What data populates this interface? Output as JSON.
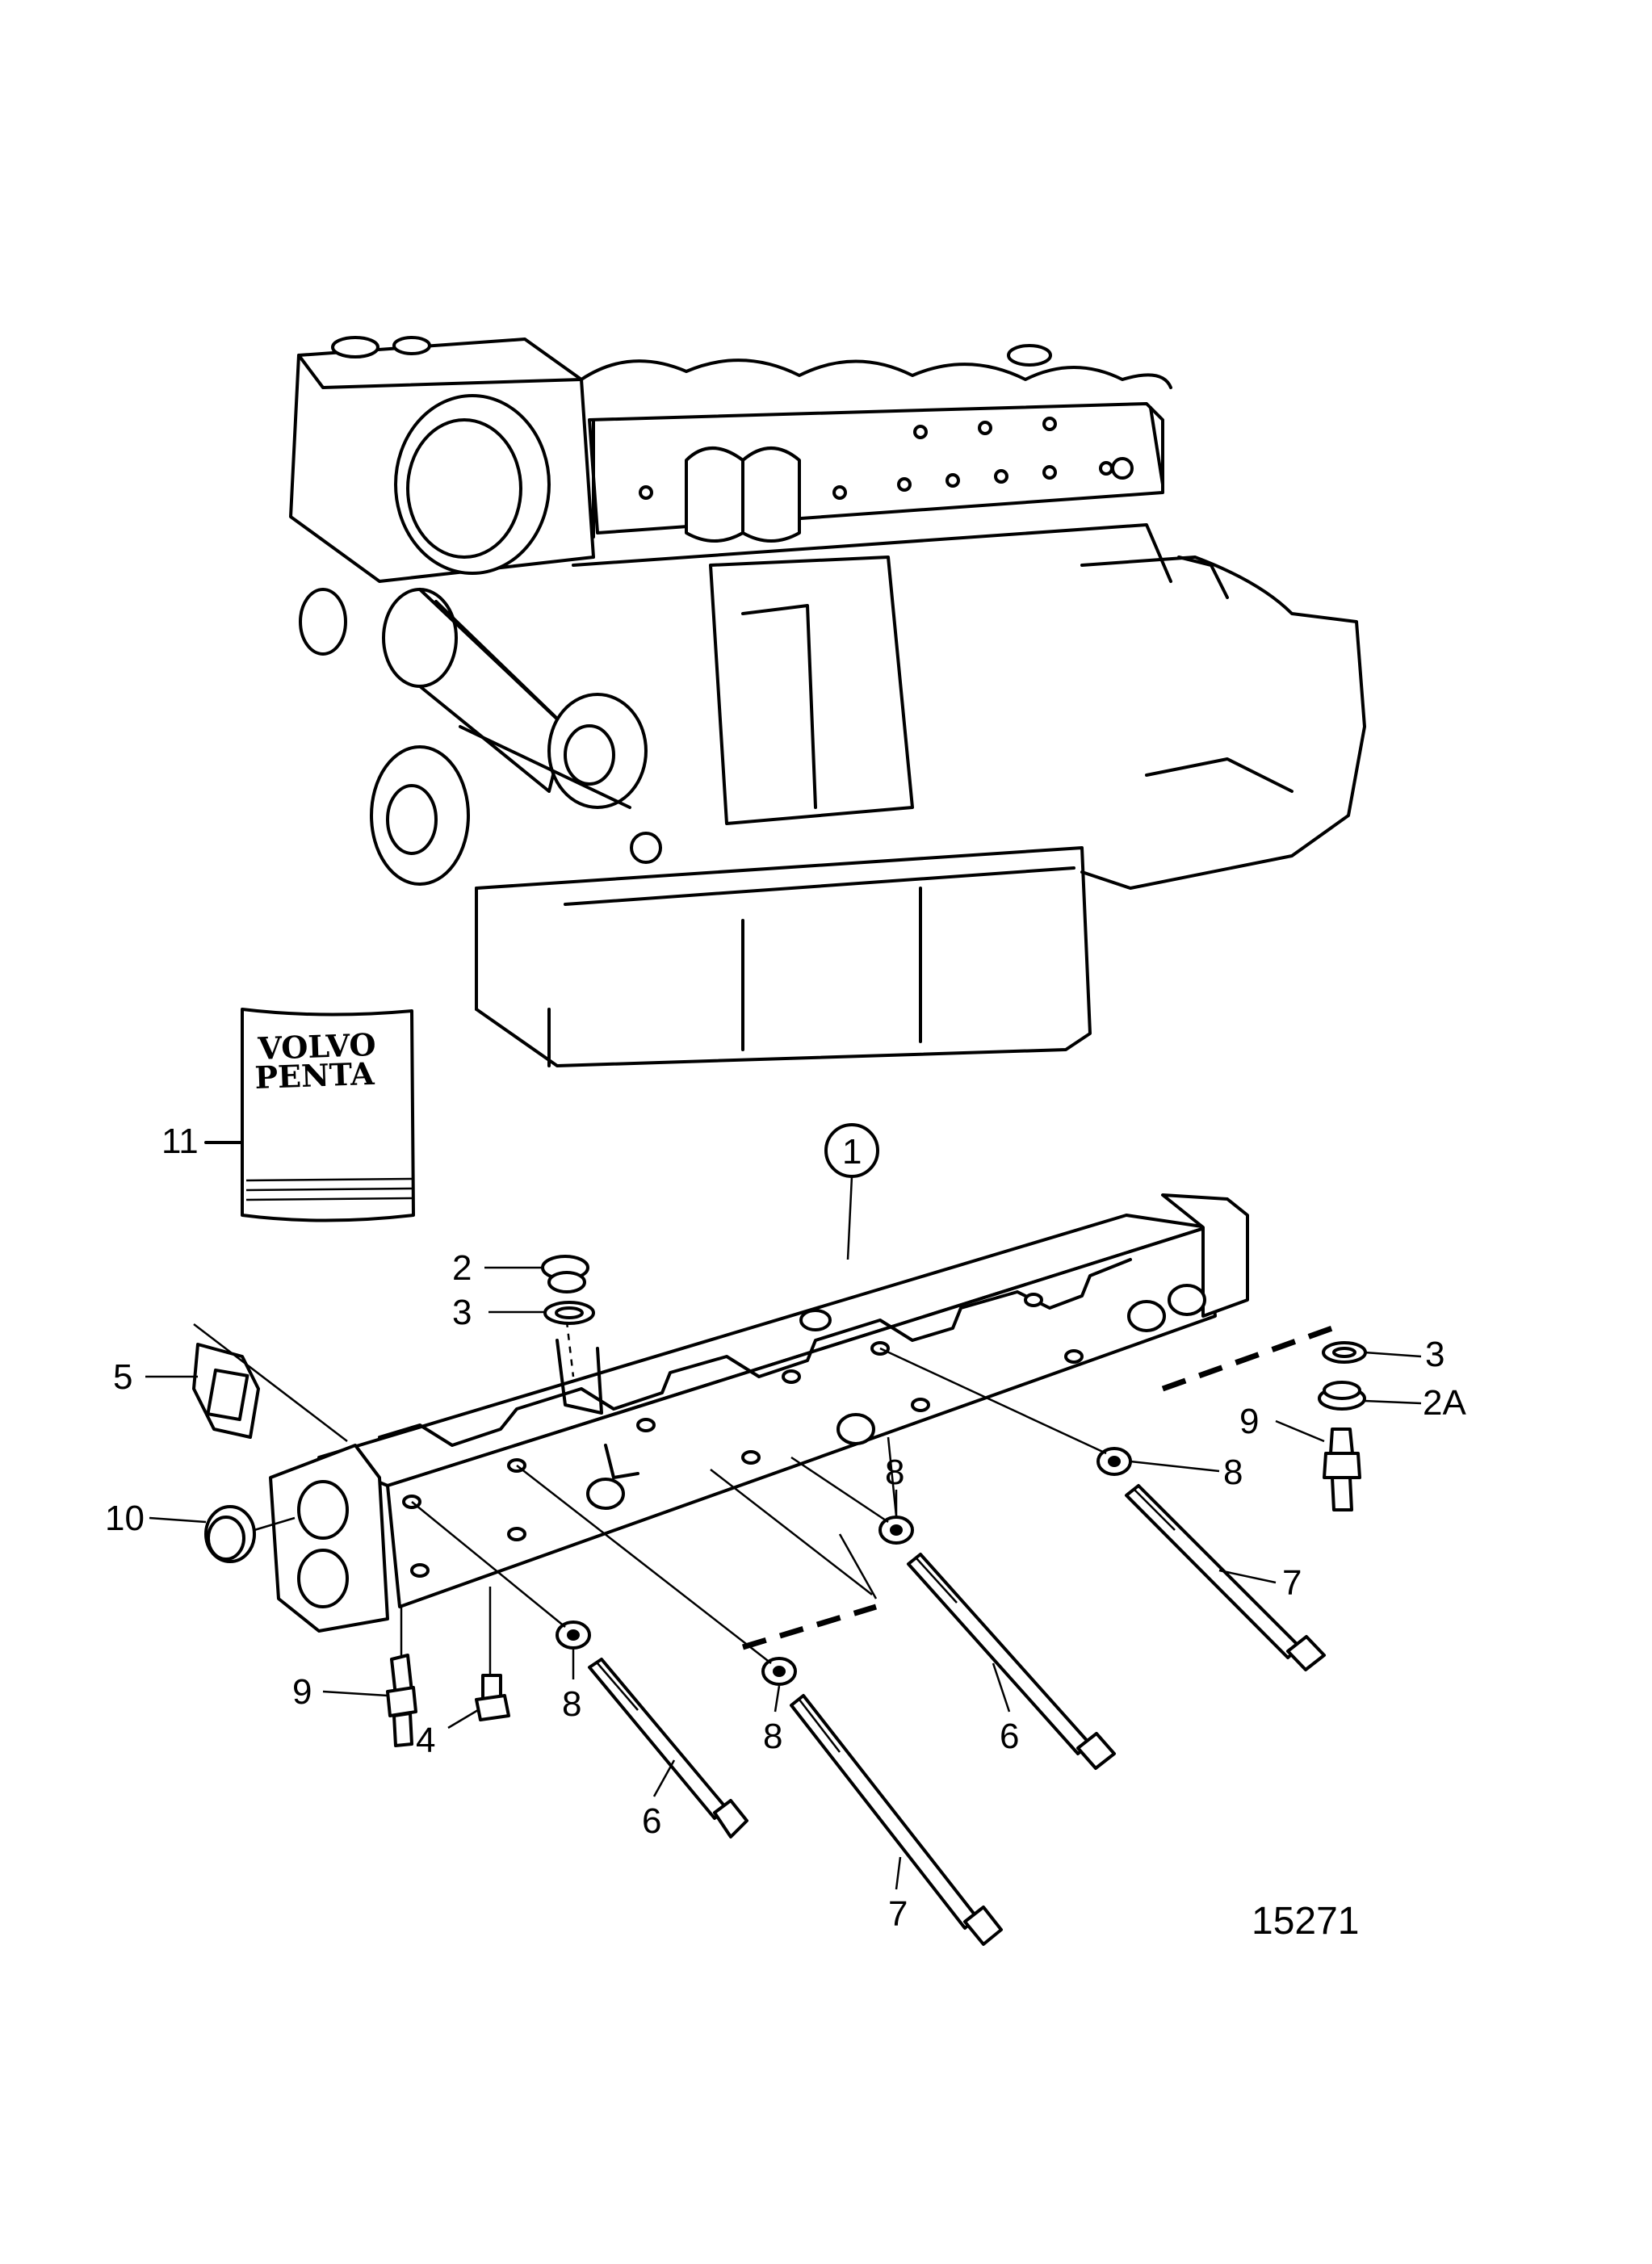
{
  "figure_number": "15271",
  "callouts": {
    "c1": "1",
    "c2": "2",
    "c2a": "2A",
    "c3_left": "3",
    "c3_right": "3",
    "c4": "4",
    "c5": "5",
    "c6_left": "6",
    "c6_right": "6",
    "c7_left": "7",
    "c7_right": "7",
    "c8_a": "8",
    "c8_b": "8",
    "c8_c": "8",
    "c8_d": "8",
    "c9_left": "9",
    "c9_right": "9",
    "c10": "10",
    "c11": "11"
  },
  "book_logo": {
    "line1": "VOLVO",
    "line2": "PENTA"
  }
}
